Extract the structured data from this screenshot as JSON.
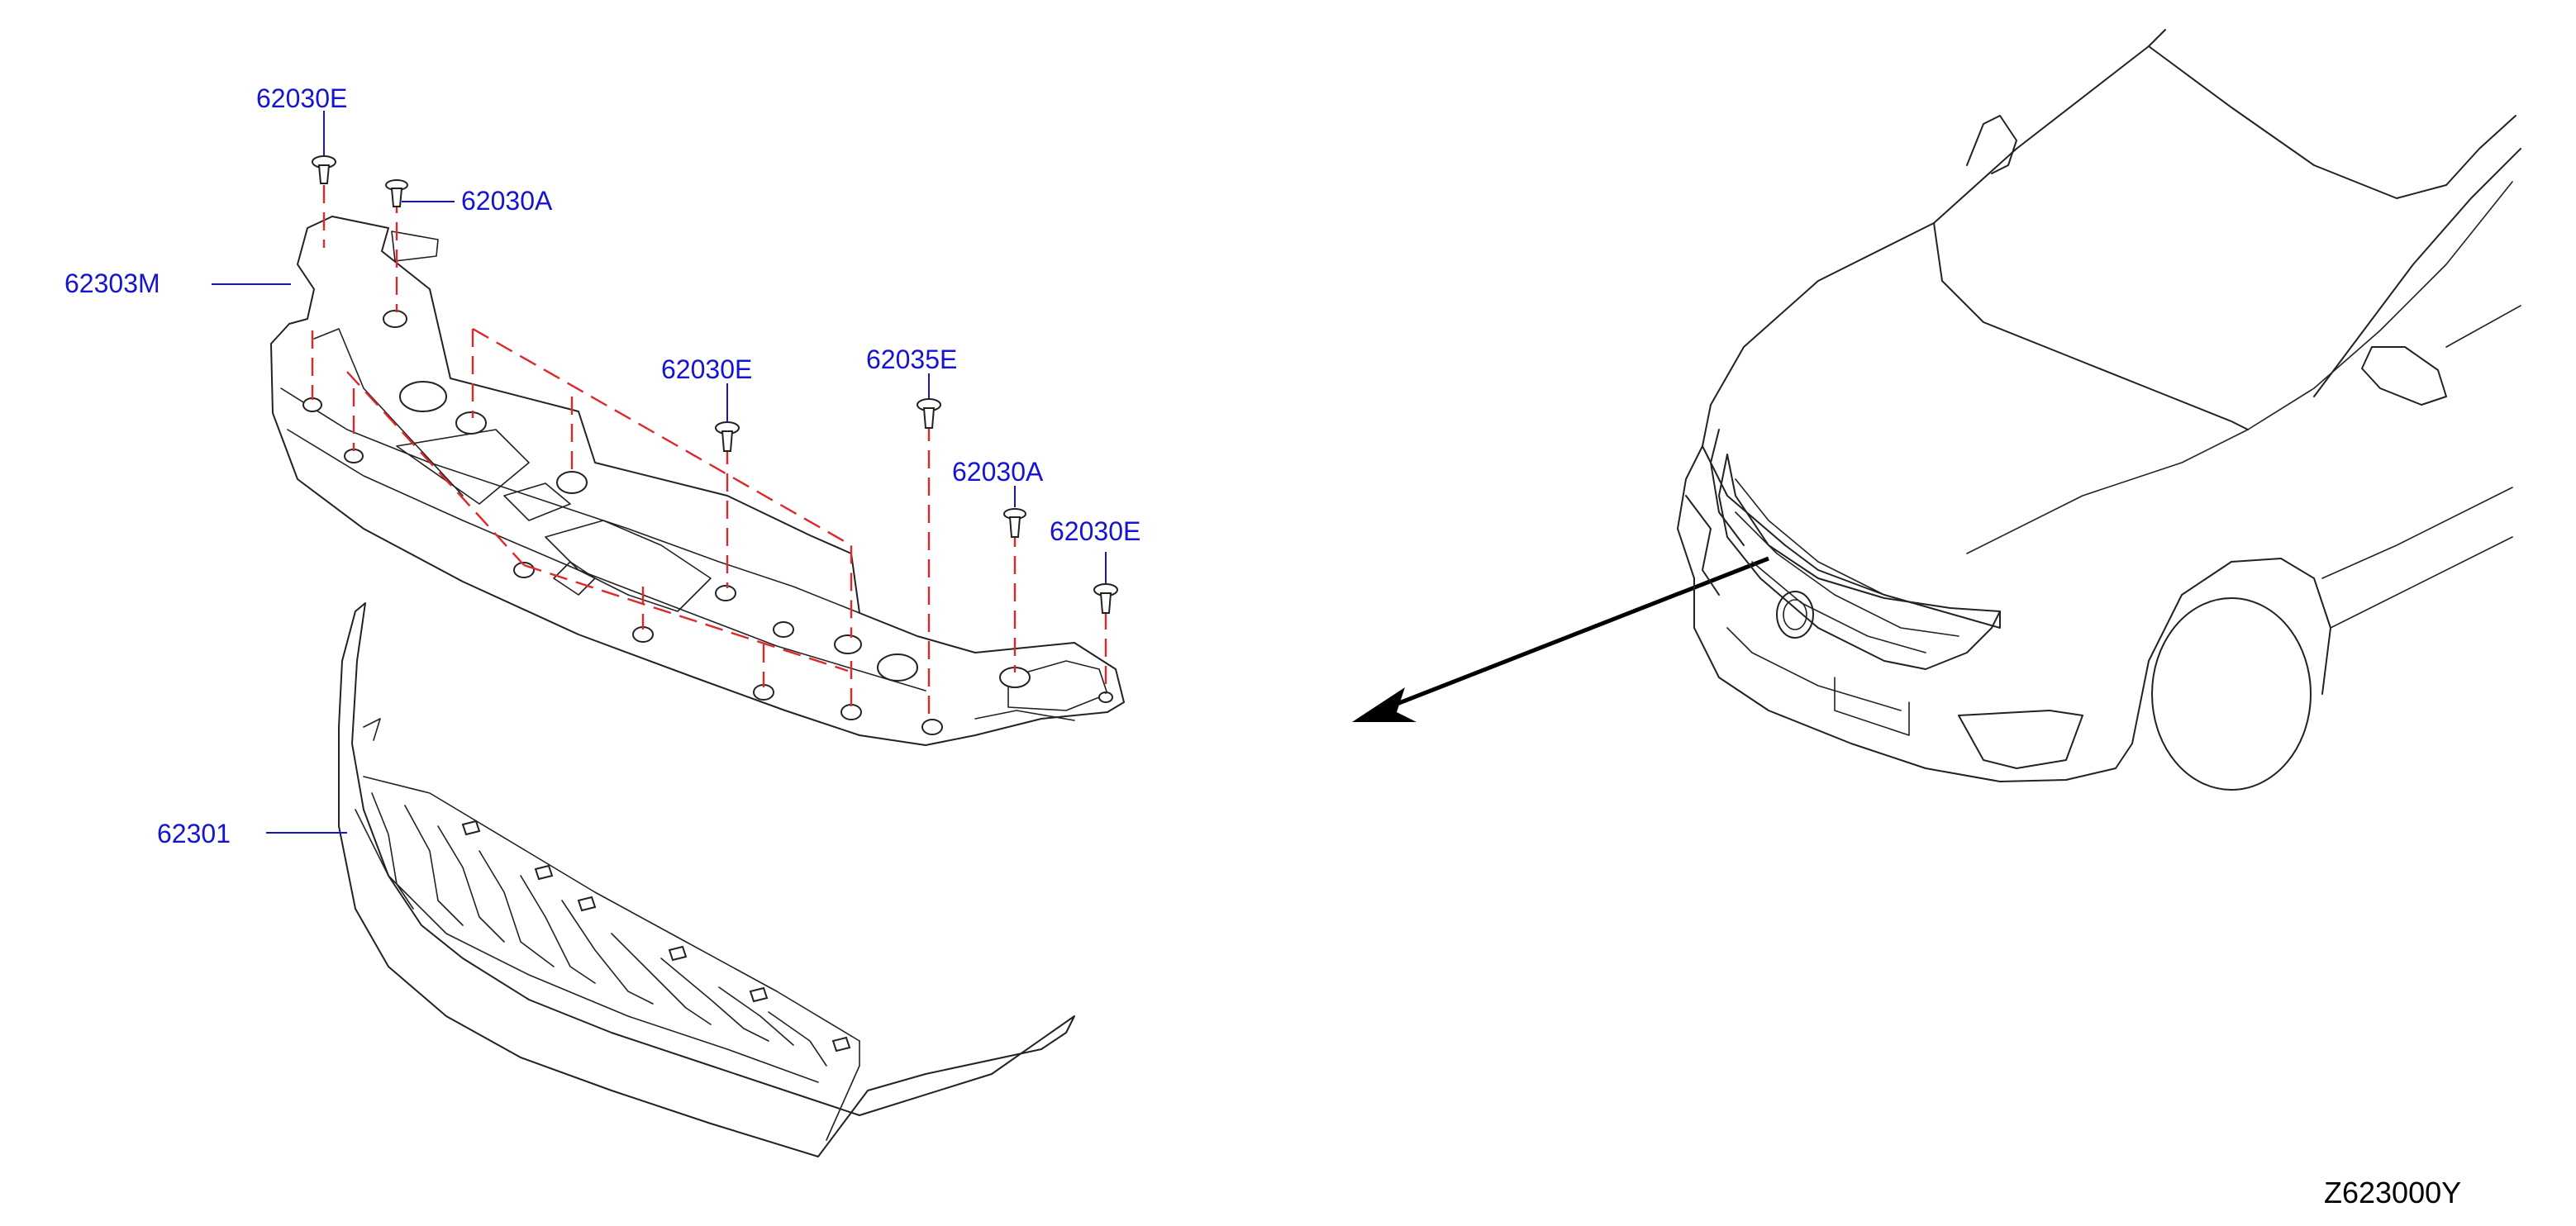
{
  "labels": {
    "clip_top_left": "62030E",
    "clip_top_mid": "62030A",
    "support": "62303M",
    "clip_center": "62030E",
    "clip_62035e": "62035E",
    "clip_right_a": "62030A",
    "clip_right_e": "62030E",
    "grille": "62301"
  },
  "diagram_code": "Z623000Y",
  "colors": {
    "callout_text": "#1414d2",
    "assembly_dash": "#e0282a",
    "line_art": "#222222"
  }
}
